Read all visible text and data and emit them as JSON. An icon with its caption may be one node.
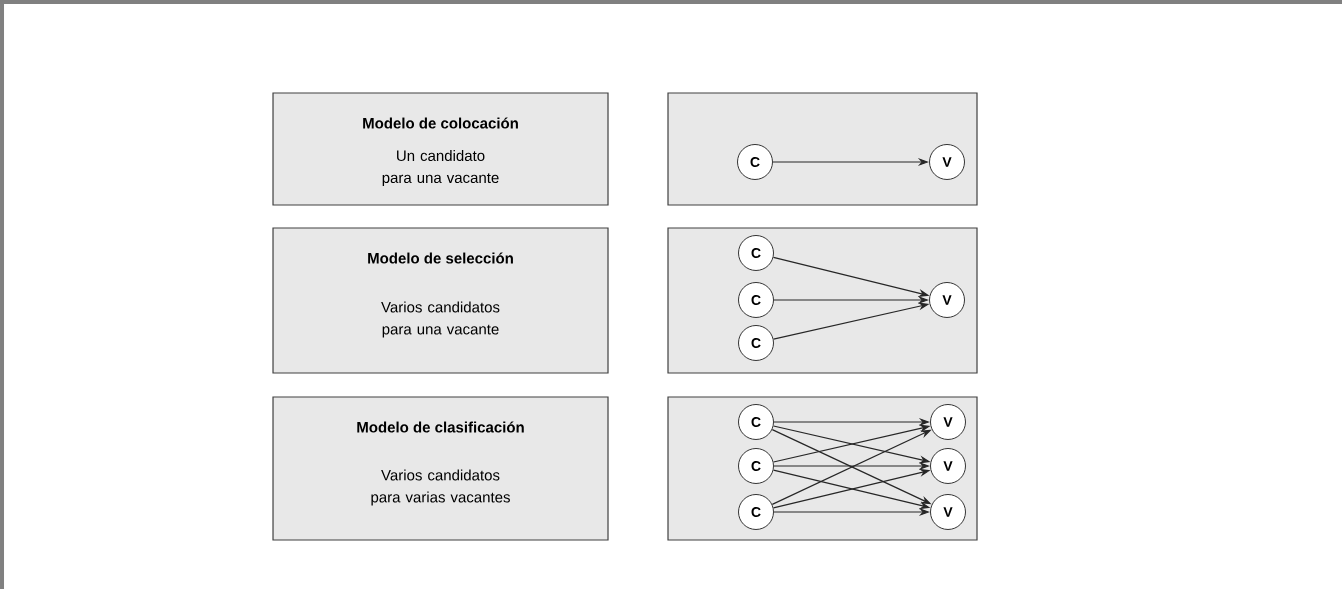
{
  "diagram": {
    "nodes": [
      {
        "text": [
          "Modelo de colocación",
          "Un candidato para una vacante"
        ]
      },
      {
        "text": [],
        "shape": "box"
      },
      {
        "text": [
          "C"
        ],
        "in": 1
      },
      {
        "text": [
          "V"
        ],
        "in": 1
      },
      {
        "text": [
          "Modelo de selección",
          "Varios candidatos para una vacante"
        ]
      },
      {
        "text": [],
        "shape": "box"
      },
      {
        "text": [
          "C"
        ],
        "in": 5
      },
      {
        "text": [
          "C"
        ],
        "in": 5
      },
      {
        "text": [
          "C"
        ],
        "in": 5
      },
      {
        "text": [
          "V"
        ],
        "in": 5
      },
      {
        "text": [
          "Modelo de clasificación",
          "Varios candidatos para varias vacantes"
        ]
      },
      {
        "text": [],
        "shape": "box"
      },
      {
        "text": [
          "C"
        ],
        "in": 11
      },
      {
        "text": [
          "C"
        ],
        "in": 11
      },
      {
        "text": [
          "C"
        ],
        "in": 11
      },
      {
        "text": [
          "V"
        ],
        "in": 11
      },
      {
        "text": [
          "V"
        ],
        "in": 11
      },
      {
        "text": [
          "V"
        ],
        "in": 11
      }
    ],
    "edges": [
      {
        "from": 2,
        "to": 3,
        "arrow": "to"
      },
      {
        "from": 6,
        "to": 9,
        "arrow": "to"
      },
      {
        "from": 7,
        "to": 9,
        "arrow": "to"
      },
      {
        "from": 8,
        "to": 9,
        "arrow": "to"
      },
      {
        "from": 12,
        "to": 15,
        "arrow": "to"
      },
      {
        "from": 12,
        "to": 16,
        "arrow": "to"
      },
      {
        "from": 12,
        "to": 17,
        "arrow": "to"
      },
      {
        "from": 13,
        "to": 15,
        "arrow": "to"
      },
      {
        "from": 13,
        "to": 16,
        "arrow": "to"
      },
      {
        "from": 13,
        "to": 17,
        "arrow": "to"
      },
      {
        "from": 14,
        "to": 15,
        "arrow": "to"
      },
      {
        "from": 14,
        "to": 16,
        "arrow": "to"
      },
      {
        "from": 14,
        "to": 17,
        "arrow": "to"
      }
    ]
  }
}
